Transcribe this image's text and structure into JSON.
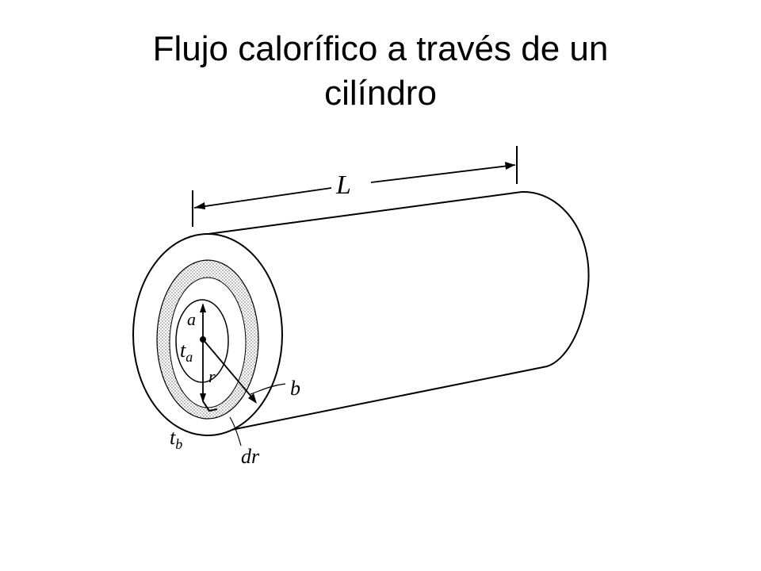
{
  "slide": {
    "title_line1": "Flujo calorífico a través de un",
    "title_line2": "cilíndro"
  },
  "diagram": {
    "label_length": "L",
    "label_inner_radius": "a",
    "label_inner_temp": "t",
    "label_inner_temp_sub": "a",
    "label_radius": "r",
    "label_outer_radius": "b",
    "label_outer_temp": "t",
    "label_outer_temp_sub": "b",
    "label_shell": "dr"
  }
}
